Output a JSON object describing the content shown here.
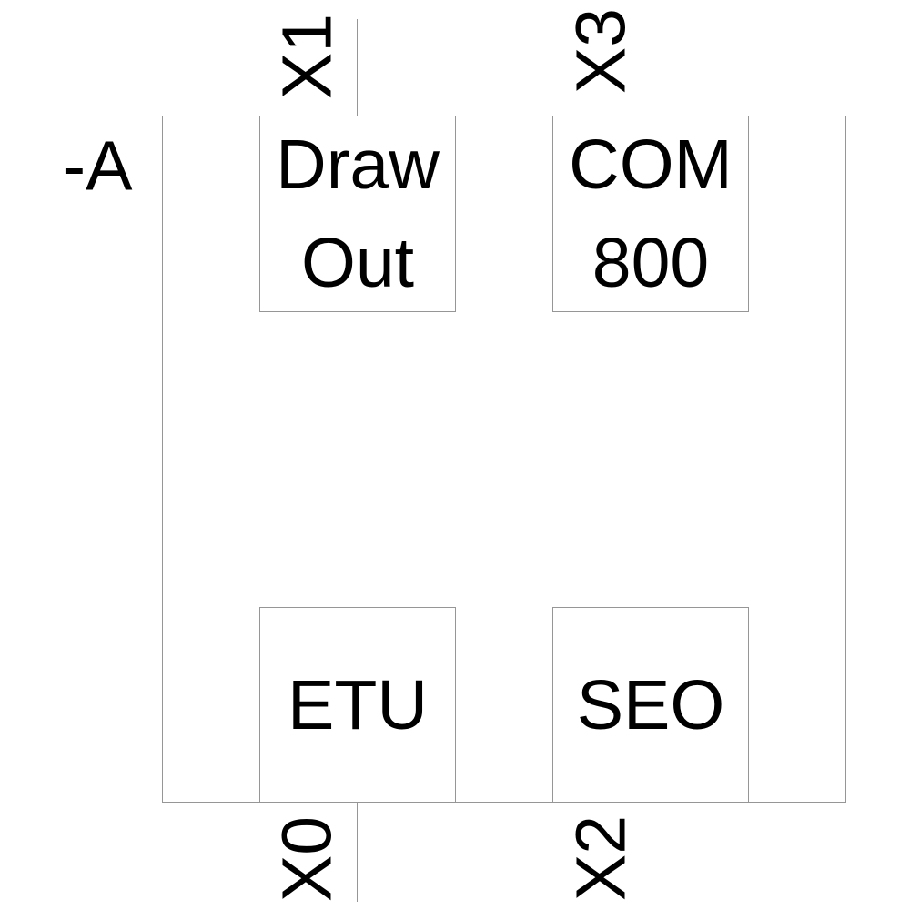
{
  "reference_designator": "-A",
  "colors": {
    "line": "#969696",
    "text": "#000000",
    "background": "#ffffff"
  },
  "blocks": [
    {
      "id": "draw-out",
      "line1": "Draw",
      "line2": "Out"
    },
    {
      "id": "com-800",
      "line1": "COM",
      "line2": "800"
    },
    {
      "id": "etu",
      "line1": "ETU"
    },
    {
      "id": "seo",
      "line1": "SEO"
    }
  ],
  "terminals": [
    {
      "id": "x1",
      "label": "X1",
      "position": "top-left"
    },
    {
      "id": "x3",
      "label": "X3",
      "position": "top-right"
    },
    {
      "id": "x0",
      "label": "X0",
      "position": "bottom-left"
    },
    {
      "id": "x2",
      "label": "X2",
      "position": "bottom-right"
    }
  ]
}
